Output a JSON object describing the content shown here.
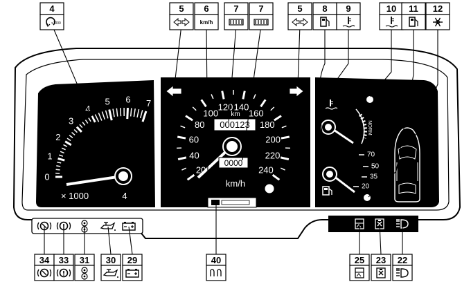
{
  "top_labels": [
    {
      "number": "4",
      "icon": "rpm-x1000-icon",
      "symbol": "x1000"
    },
    {
      "number": "5",
      "icon": "turn-signal-arrows-icon",
      "symbol": "⇦⇨"
    },
    {
      "number": "6",
      "icon": "speed-unit-icon",
      "symbol": "km/h"
    },
    {
      "number": "7",
      "icon": "odometer-counter-icon",
      "symbol": ""
    },
    {
      "number": "7",
      "icon": "trip-counter-icon",
      "symbol": ""
    },
    {
      "number": "5",
      "icon": "turn-signal-arrows-icon",
      "symbol": "⇦⇨"
    },
    {
      "number": "8",
      "icon": "fuel-pump-icon",
      "symbol": ""
    },
    {
      "number": "9",
      "icon": "coolant-temperature-icon",
      "symbol": ""
    },
    {
      "number": "10",
      "icon": "coolant-temperature-icon",
      "symbol": ""
    },
    {
      "number": "11",
      "icon": "fuel-pump-icon",
      "symbol": ""
    },
    {
      "number": "12",
      "icon": "frost-warning-icon",
      "symbol": ""
    }
  ],
  "bottom_labels": [
    {
      "number": "34",
      "icon": "handbrake-icon"
    },
    {
      "number": "33",
      "icon": "brake-warning-icon"
    },
    {
      "number": "31",
      "icon": "abs-icon"
    },
    {
      "number": "30",
      "icon": "oil-pressure-icon"
    },
    {
      "number": "29",
      "icon": "battery-charge-icon"
    },
    {
      "number": "40",
      "icon": "glow-plug-icon"
    },
    {
      "number": "25",
      "icon": "door-open-icon"
    },
    {
      "number": "23",
      "icon": "rear-fog-light-icon"
    },
    {
      "number": "22",
      "icon": "main-beam-icon"
    }
  ],
  "tachometer": {
    "scale": [
      "0",
      "1",
      "2",
      "3",
      "4",
      "5",
      "6",
      "7"
    ],
    "unit": "× 1000",
    "corner_number": "4"
  },
  "speedometer": {
    "scale": [
      "20",
      "40",
      "60",
      "80",
      "100",
      "120",
      "140",
      "160",
      "180",
      "200",
      "220",
      "240"
    ],
    "unit": "km/h",
    "odometer_unit": "km",
    "odometer": "000123",
    "trip": "0000"
  },
  "temperature_gauge": {
    "normal_label": "NORM"
  },
  "fuel_gauge": {
    "scale": [
      "20",
      "35",
      "50",
      "70"
    ]
  }
}
